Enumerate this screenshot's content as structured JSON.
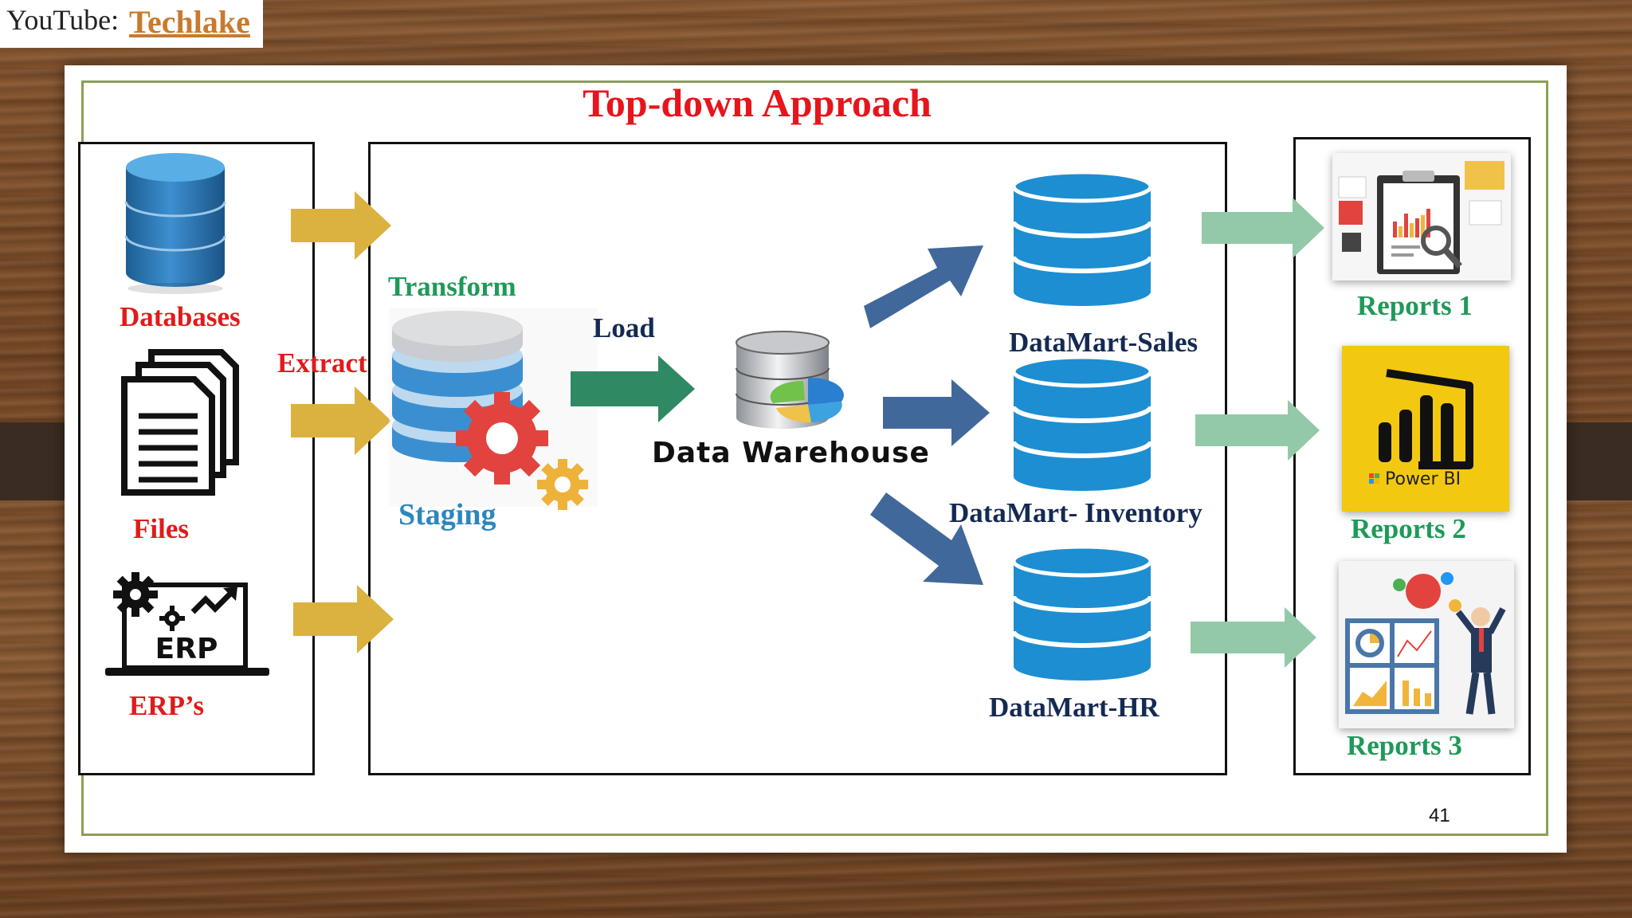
{
  "slide": {
    "title": "Top-down Approach",
    "youtube_label": "YouTube:",
    "youtube_channel": "Techlake",
    "page_number": "41"
  },
  "sources": {
    "databases": "Databases",
    "files": "Files",
    "erp_icon_text": "ERP",
    "erps": "ERP’s"
  },
  "process": {
    "extract": "Extract",
    "transform": "Transform",
    "staging": "Staging",
    "load": "Load",
    "data_warehouse": "Data Warehouse"
  },
  "datamarts": {
    "sales": "DataMart-Sales",
    "inventory": "DataMart- Inventory",
    "hr": "DataMart-HR"
  },
  "reports": {
    "r1": "Reports 1",
    "r2": "Reports 2",
    "r2_logo_text": "Power BI",
    "r3": "Reports 3"
  },
  "colors": {
    "title_red": "#e8141c",
    "source_label_red": "#e01b1b",
    "transform_green": "#1e9a58",
    "staging_blue": "#2b86c0",
    "datamart_navy": "#142a52",
    "extract_arrow": "#dbb23f",
    "load_arrow": "#2f8a63",
    "mart_arrow": "#41689a",
    "report_arrow": "#93c9a8",
    "db_blue": "#1d8ed1",
    "powerbi_yellow": "#f2c811"
  }
}
